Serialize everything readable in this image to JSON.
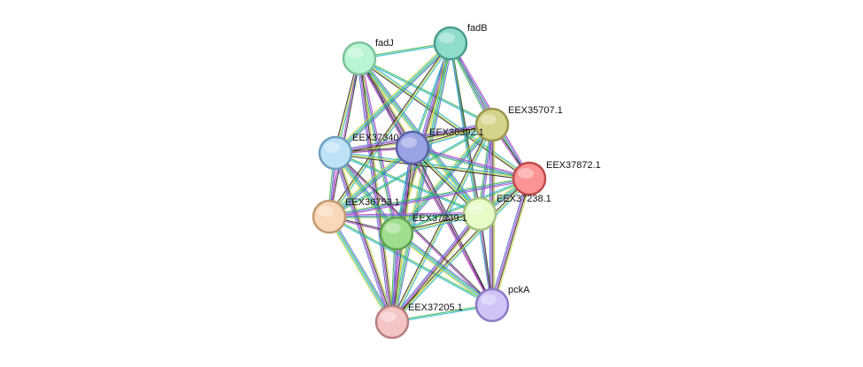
{
  "nodes": [
    {
      "id": "fadJ",
      "label": "fadJ",
      "color": "#b9f5d3",
      "stroke": "#7cc29a"
    },
    {
      "id": "fadB",
      "label": "fadB",
      "color": "#8edccc",
      "stroke": "#4a9c8c"
    },
    {
      "id": "EEX35707.1",
      "label": "EEX35707.1",
      "color": "#d6d38a",
      "stroke": "#9a9650"
    },
    {
      "id": "EEX37340",
      "label": "EEX37340",
      "color": "#bde2f7",
      "stroke": "#6e9fc0"
    },
    {
      "id": "EEX36392.1",
      "label": "EEX36392.1",
      "color": "#9aa3e3",
      "stroke": "#5a62a8"
    },
    {
      "id": "EEX37872.1",
      "label": "EEX37872.1",
      "color": "#fb9595",
      "stroke": "#c04a4a"
    },
    {
      "id": "EEX36753.1",
      "label": "EEX36753.1",
      "color": "#f8d8b8",
      "stroke": "#c29a70"
    },
    {
      "id": "EEX37238.1",
      "label": "EEX37238.1",
      "color": "#e6fbc6",
      "stroke": "#a6c282"
    },
    {
      "id": "EEX37239.1",
      "label": "EEX37239.1",
      "color": "#9ede8e",
      "stroke": "#5fa24e"
    },
    {
      "id": "pckA",
      "label": "pckA",
      "color": "#cfc3f8",
      "stroke": "#8a7cc2"
    },
    {
      "id": "EEX37205.1",
      "label": "EEX37205.1",
      "color": "#f5c4c4",
      "stroke": "#b88080"
    }
  ],
  "edge_colors": [
    "#3bb54a",
    "#22b5d4",
    "#c8d23c",
    "#2e2e2e",
    "#b040c0",
    "#4f6fd8"
  ],
  "edges": [
    [
      "fadJ",
      "fadB"
    ],
    [
      "fadJ",
      "EEX37340"
    ],
    [
      "fadJ",
      "EEX36392.1"
    ],
    [
      "fadJ",
      "EEX36753.1"
    ],
    [
      "fadJ",
      "EEX37239.1"
    ],
    [
      "fadJ",
      "EEX37238.1"
    ],
    [
      "fadJ",
      "EEX35707.1"
    ],
    [
      "fadJ",
      "EEX37872.1"
    ],
    [
      "fadJ",
      "EEX37205.1"
    ],
    [
      "fadJ",
      "pckA"
    ],
    [
      "fadB",
      "EEX35707.1"
    ],
    [
      "fadB",
      "EEX37340"
    ],
    [
      "fadB",
      "EEX36392.1"
    ],
    [
      "fadB",
      "EEX36753.1"
    ],
    [
      "fadB",
      "EEX37239.1"
    ],
    [
      "fadB",
      "EEX37238.1"
    ],
    [
      "fadB",
      "EEX37872.1"
    ],
    [
      "fadB",
      "EEX37205.1"
    ],
    [
      "fadB",
      "pckA"
    ],
    [
      "EEX35707.1",
      "EEX36392.1"
    ],
    [
      "EEX35707.1",
      "EEX37340"
    ],
    [
      "EEX35707.1",
      "EEX37872.1"
    ],
    [
      "EEX35707.1",
      "EEX37238.1"
    ],
    [
      "EEX35707.1",
      "EEX37239.1"
    ],
    [
      "EEX35707.1",
      "EEX36753.1"
    ],
    [
      "EEX35707.1",
      "EEX37205.1"
    ],
    [
      "EEX35707.1",
      "pckA"
    ],
    [
      "EEX37340",
      "EEX36392.1"
    ],
    [
      "EEX37340",
      "EEX36753.1"
    ],
    [
      "EEX37340",
      "EEX37239.1"
    ],
    [
      "EEX37340",
      "EEX37238.1"
    ],
    [
      "EEX37340",
      "EEX37872.1"
    ],
    [
      "EEX37340",
      "EEX37205.1"
    ],
    [
      "EEX37340",
      "pckA"
    ],
    [
      "EEX36392.1",
      "EEX37872.1"
    ],
    [
      "EEX36392.1",
      "EEX36753.1"
    ],
    [
      "EEX36392.1",
      "EEX37239.1"
    ],
    [
      "EEX36392.1",
      "EEX37238.1"
    ],
    [
      "EEX36392.1",
      "EEX37205.1"
    ],
    [
      "EEX36392.1",
      "pckA"
    ],
    [
      "EEX37872.1",
      "EEX36753.1"
    ],
    [
      "EEX37872.1",
      "EEX37238.1"
    ],
    [
      "EEX37872.1",
      "EEX37239.1"
    ],
    [
      "EEX37872.1",
      "EEX37205.1"
    ],
    [
      "EEX37872.1",
      "pckA"
    ],
    [
      "EEX36753.1",
      "EEX37239.1"
    ],
    [
      "EEX36753.1",
      "EEX37238.1"
    ],
    [
      "EEX36753.1",
      "EEX37205.1"
    ],
    [
      "EEX36753.1",
      "pckA"
    ],
    [
      "EEX37238.1",
      "EEX37239.1"
    ],
    [
      "EEX37238.1",
      "EEX37205.1"
    ],
    [
      "EEX37238.1",
      "pckA"
    ],
    [
      "EEX37239.1",
      "EEX37205.1"
    ],
    [
      "EEX37239.1",
      "pckA"
    ],
    [
      "EEX37205.1",
      "pckA"
    ]
  ]
}
